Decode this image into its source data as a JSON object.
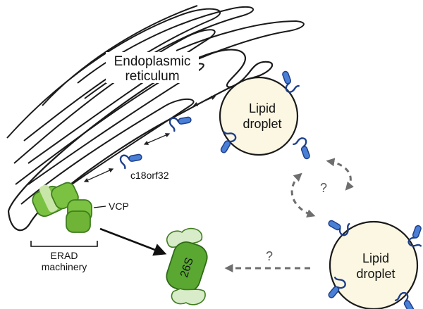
{
  "labels": {
    "er_line1": "Endoplasmic",
    "er_line2": "reticulum",
    "ld1_line1": "Lipid",
    "ld1_line2": "droplet",
    "ld2_line1": "Lipid",
    "ld2_line2": "droplet",
    "protein": "c18orf32",
    "vcp": "VCP",
    "erad_line1": "ERAD",
    "erad_line2": "machinery",
    "proteasome": "26S",
    "q_cycle": "?",
    "q_degrade": "?"
  },
  "colors": {
    "er_fill": "#ffffff",
    "er_stroke": "#1a1a1a",
    "droplet_fill": "#fbf7e2",
    "protein_blue": "#4a7fd6",
    "protein_outline": "#1e3f8a",
    "vcp_green": "#7cc242",
    "vcp_dark": "#3f7d1f",
    "proteasome_green": "#5aa832",
    "proteasome_light": "#d8ecc9",
    "dashed_arrow": "#6e6e6e"
  }
}
